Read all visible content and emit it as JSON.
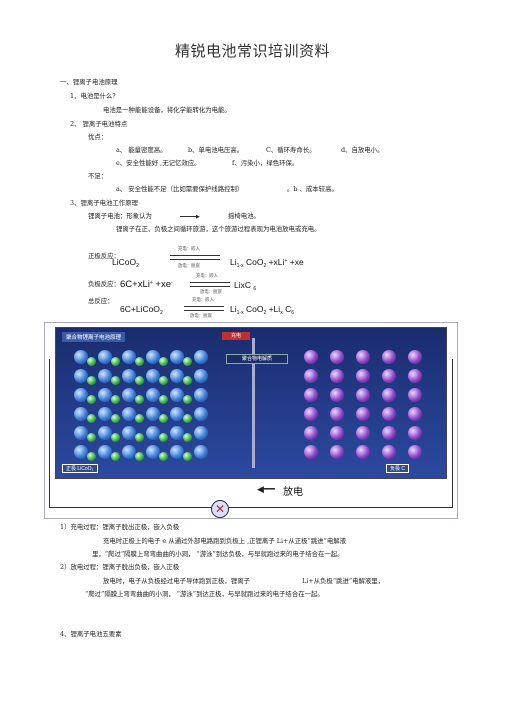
{
  "doc": {
    "title": "精锐电池常识培训资料",
    "sec1": "一、锂离子电池原理",
    "q1": "1、电池是什么？",
    "q1_answer": "电池是一种能能设备，将化学能转化为电能。",
    "q2": "2、 锂离子电池特点",
    "adv_label": "优点：",
    "adv_row1": [
      "a、 能量密度高。",
      "b、单电池电压高。",
      "C、循环寿命长。",
      "d、自放电小。"
    ],
    "adv_row2": [
      "e、安全性能好 ,无记忆效应。",
      "f、污染小，绿色环保。"
    ],
    "disadv_label": "不足：",
    "disadv_row": [
      "a、 安全性能不足（比如需要保护线路控制）",
      "。b 、成本较高。"
    ],
    "q3": "3、锂离子电池工作原理",
    "principle_1a": "锂离子电池：形象认为",
    "principle_1b": "摇椅电池。",
    "principle_2": "锂离子在正、负极之间循环旅游，这个旅游过程表现为电池放电或充电。",
    "positive_label": "正极反应：",
    "negative_label": "负极反应：",
    "total_label": "总反应：",
    "reaction_pos": {
      "left": "LiCoO",
      "left_sub": "2",
      "charge": "充电：嵌入",
      "discharge": "放电：脱嵌",
      "right_a": "Li",
      "right_sub1": "1-x",
      "right_b": "CoO",
      "right_sub2": "2",
      "right_c": "+xLi",
      "right_sup": "+",
      "right_d": "+xe"
    },
    "reaction_neg": {
      "left_a": "6C+xLi",
      "left_sup": "+",
      "left_b": "+xe",
      "left_sup2": "-",
      "charge": "充电：嵌入",
      "discharge": "放电：脱嵌",
      "right_a": "LixC",
      "right_sub": "6"
    },
    "reaction_total": {
      "left_a": "6C+LiCoO",
      "left_sub": "2",
      "charge": "充电：嵌入",
      "discharge": "放电：脱嵌",
      "right_a": "Li",
      "right_sub1": "1-x",
      "right_b": "CoO",
      "right_sub2": "2",
      "right_c": "+Li",
      "right_sub3": "x",
      "right_d": "C",
      "right_sub4": "6"
    },
    "diagram": {
      "title": "聚合物锂离子电池原理",
      "pos_label": "正极 LiCoO₂",
      "neg_label": "负极 C",
      "electrolyte": "聚合物电解质",
      "charge_box": "充电",
      "discharge": "放电"
    },
    "charge_title": "1）充电过程：锂离子脱出正极，嵌入负极",
    "charge_text1": "充电时正极上的电子 e 从通过外部电路跑到负极上 ,正锂离子 Li+从正极“跳进”电解液",
    "charge_text2": "里，“爬过”隔膜上弯弯曲曲的小洞， “游泳”到达负极，与早就跑过来的电子结合在一起。",
    "discharge_title": "2）放电过程：锂离子脱出负极，嵌入正极",
    "discharge_text1a": "放电时，电子从负极经过电子导体跑到正极，锂离子",
    "discharge_text1b": "Li+从负极“跳进”电解液里，",
    "discharge_text2": "“爬过”隔膜上弯弯曲曲的小洞， “游泳”到达正极，与早就跑过来的电子结合在一起。",
    "sec4": "4、锂离子电池五要素"
  }
}
